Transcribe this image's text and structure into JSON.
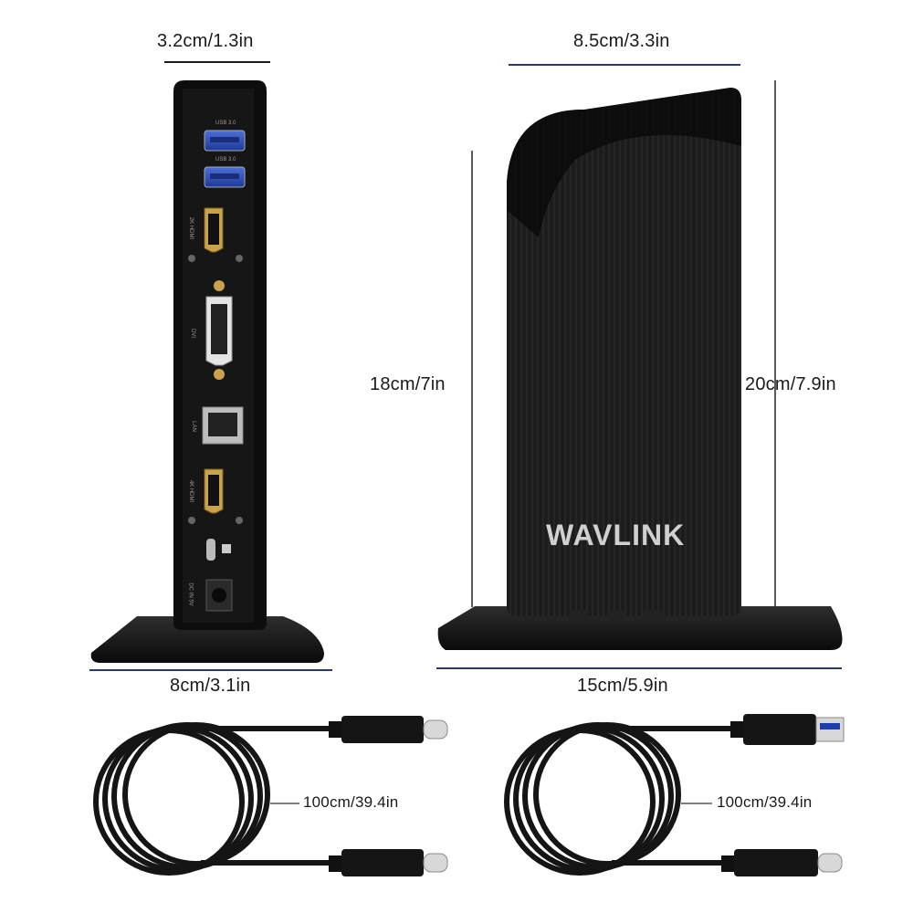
{
  "dimensions": {
    "side_width": "3.2cm/1.3in",
    "front_width": "8.5cm/3.3in",
    "inner_height": "18cm/7in",
    "outer_height": "20cm/7.9in",
    "base_depth": "8cm/3.1in",
    "base_width": "15cm/5.9in"
  },
  "cables": {
    "usb_c_to_c_length": "100cm/39.4in",
    "usb_c_to_a_length": "100cm/39.4in"
  },
  "product": {
    "brand": "WAVLINK"
  },
  "port_labels": {
    "usb_top": "USB 3.0",
    "usb_bottom": "USB 3.0",
    "hdmi_2k": "2K HDMI",
    "dvi": "DVI",
    "lan": "LAN",
    "hdmi_4k": "4K HDMI",
    "dc_in": "DC IN 5V"
  },
  "colors": {
    "dim_line": "#2b3a67",
    "device": "#111111"
  }
}
